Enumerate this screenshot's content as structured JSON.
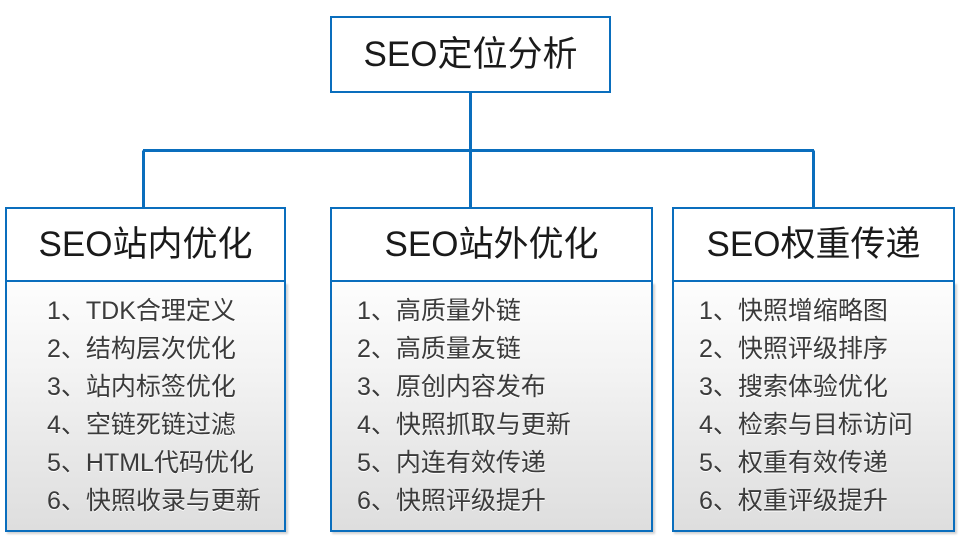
{
  "diagram": {
    "type": "org-tree",
    "root": {
      "label": "SEO定位分析"
    },
    "branches": [
      {
        "id": "on-site",
        "heading": "SEO站内优化",
        "items": [
          "1、TDK合理定义",
          "2、结构层次优化",
          "3、站内标签优化",
          "4、空链死链过滤",
          "5、HTML代码优化",
          "6、快照收录与更新"
        ]
      },
      {
        "id": "off-site",
        "heading": "SEO站外优化",
        "items": [
          "1、高质量外链",
          "2、高质量友链",
          "3、原创内容发布",
          "4、快照抓取与更新",
          "5、内连有效传递",
          "6、快照评级提升"
        ]
      },
      {
        "id": "weight-transfer",
        "heading": "SEO权重传递",
        "items": [
          "1、快照增缩略图",
          "2、快照评级排序",
          "3、搜索体验优化",
          "4、检索与目标访问",
          "5、权重有效传递",
          "6、权重评级提升"
        ]
      }
    ],
    "colors": {
      "border": "#0a6ebd",
      "connector": "#0a6ebd",
      "heading_text": "#1a1a1a",
      "item_text": "#3b3b3b",
      "head_background": "#ffffff",
      "body_gradient_top": "#fdfdfd",
      "body_gradient_bottom": "#dedede",
      "page_background": "#ffffff"
    }
  }
}
